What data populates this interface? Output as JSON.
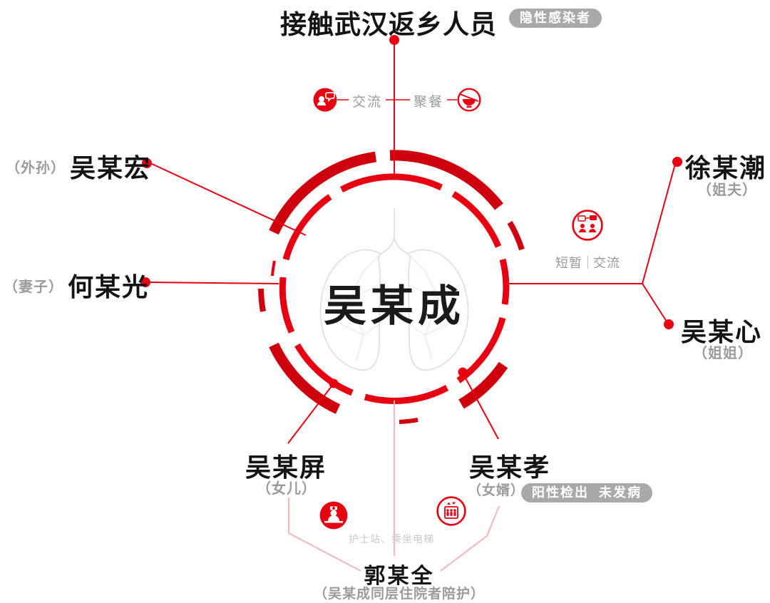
{
  "colors": {
    "primary_red": "#e60012",
    "dark_red": "#cf000e",
    "pink_line": "#f4b6b9",
    "gray_text": "#9b9b9b",
    "light_gray_text": "#c9c9c9",
    "badge_gray": "#a9a9a9",
    "black_text": "#141414",
    "lung_gray": "#dcdcdc"
  },
  "center": {
    "name": "吴某成"
  },
  "source": {
    "title": "接触武汉返乡人员",
    "badge": "隐性感染者",
    "contact_methods": {
      "talk": "交流",
      "meal": "聚餐"
    }
  },
  "brief_contact": {
    "left": "短暂",
    "right": "交流"
  },
  "contacts": {
    "grandson": {
      "relation": "（外孙）",
      "name": "吴某宏"
    },
    "wife": {
      "relation": "（妻子）",
      "name": "何某光"
    },
    "brother_in_law": {
      "name": "徐某潮",
      "relation": "（姐夫）"
    },
    "sister": {
      "name": "吴某心",
      "relation": "（姐姐）"
    },
    "daughter": {
      "name": "吴某屏",
      "relation": "（女儿）"
    },
    "son_in_law": {
      "name": "吴某孝",
      "relation": "（女婿）",
      "badge": "阳性检出  未发病"
    },
    "caregiver": {
      "name": "郭某全",
      "relation": "（吴某成同层住院者陪护）",
      "route_note": "护士站、乘坐电梯"
    }
  },
  "icons": {
    "talk": "speech-bubble-person-icon",
    "meal": "bowl-chopsticks-icon",
    "brief_chat": "two-people-chat-icon",
    "nurse": "nurse-station-icon",
    "elevator": "elevator-icon"
  }
}
